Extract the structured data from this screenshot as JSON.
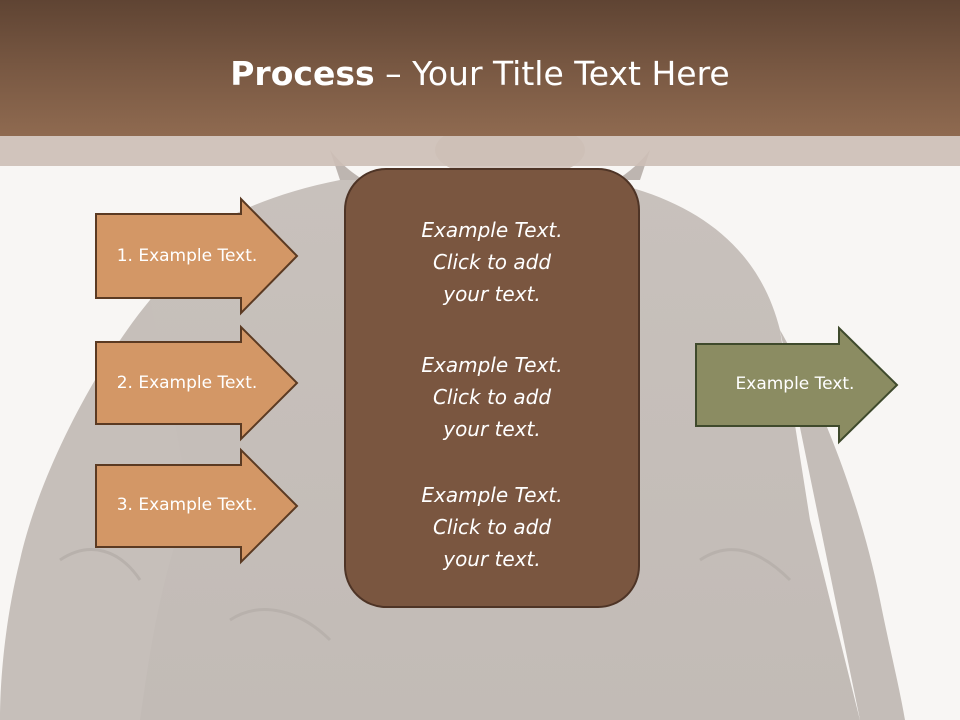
{
  "slide": {
    "title_bold": "Process",
    "title_rest": " – Your Title Text Here"
  },
  "steps": [
    {
      "label": "1. Example Text."
    },
    {
      "label": "2. Example Text."
    },
    {
      "label": "3. Example Text."
    }
  ],
  "center_box": {
    "paragraphs": [
      {
        "line1": "Example Text.",
        "line2": "Click  to add",
        "line3": "your text."
      },
      {
        "line1": "Example Text.",
        "line2": "Click  to add",
        "line3": "your text."
      },
      {
        "line1": "Example Text.",
        "line2": "Click  to add",
        "line3": "your text."
      }
    ]
  },
  "output": {
    "label": "Example Text."
  },
  "colors": {
    "header": "#7b5a44",
    "step_fill": "#d39766",
    "center_fill": "#7a5640",
    "output_fill": "#8b8c62"
  }
}
